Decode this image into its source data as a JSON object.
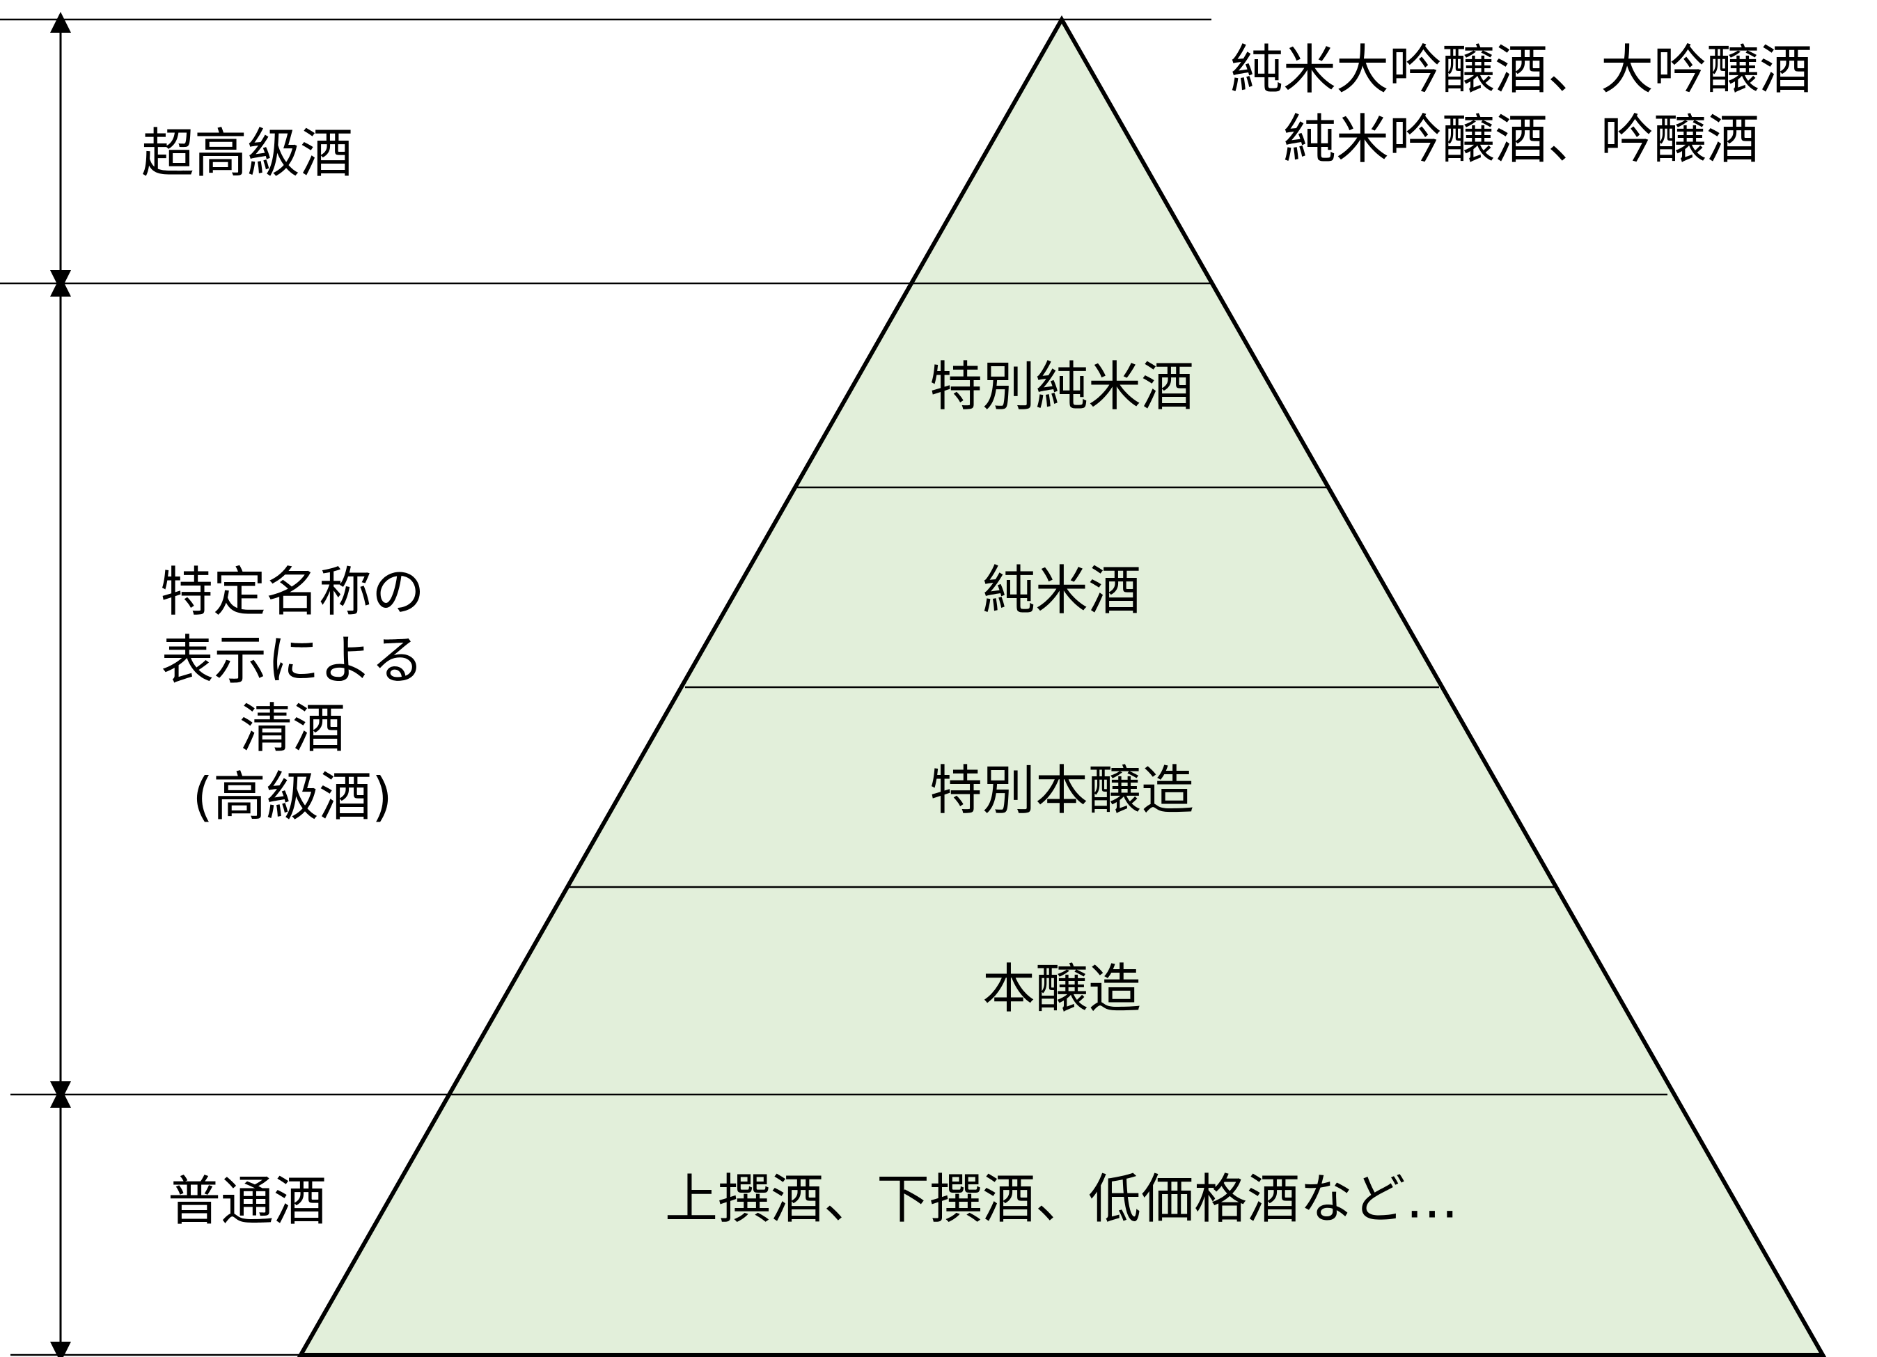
{
  "colors": {
    "pyramid_fill": "#e2efda",
    "line": "#000000",
    "background": "#ffffff"
  },
  "categories": {
    "super_premium": "超高級酒",
    "specific_name": [
      "特定名称の",
      "表示による",
      "清酒",
      "(高級酒)"
    ],
    "ordinary": "普通酒"
  },
  "tiers": {
    "top": [
      "純米大吟醸酒、大吟醸酒",
      "純米吟醸酒、吟醸酒"
    ],
    "tokubetsu_junmai": "特別純米酒",
    "junmai": "純米酒",
    "tokubetsu_honjozo": "特別本醸造",
    "honjozo": "本醸造",
    "futsushu": "上撰酒、下撰酒、低価格酒など…"
  },
  "icons": {
    "range_arrow": "double-headed-vertical-arrow-icon"
  }
}
